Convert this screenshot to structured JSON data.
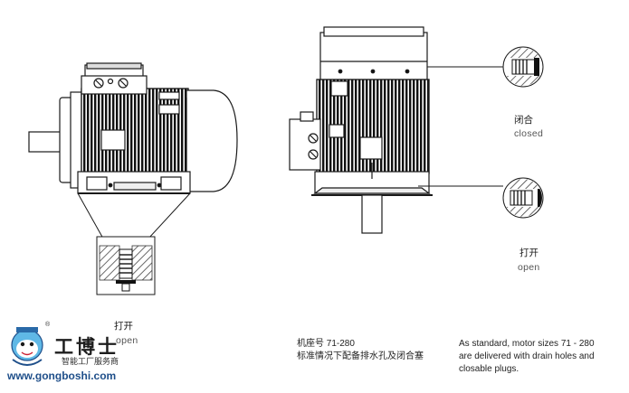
{
  "labels": {
    "closed_cn": "闭合",
    "closed_en": "closed",
    "open_right_cn": "打开",
    "open_right_en": "open",
    "open_left_cn": "打开",
    "open_left_en": "open"
  },
  "notes": {
    "cn_line1": "机座号 71-280",
    "cn_line2": "标准情况下配备排水孔及闭合塞",
    "en_line1": "As standard, motor sizes 71 - 280",
    "en_line2": "are delivered with drain holes and",
    "en_line3": "closable plugs."
  },
  "watermark": {
    "name_cn": "工博士",
    "tagline_cn": "智能工厂服务商",
    "url": "www.gongboshi.com",
    "reg_mark": "®"
  },
  "colors": {
    "line": "#1a1a1a",
    "fill_dark": "#111111",
    "fill_light": "#f2f2f2",
    "hatch": "#444444",
    "brand_blue": "#1f4f8a"
  }
}
